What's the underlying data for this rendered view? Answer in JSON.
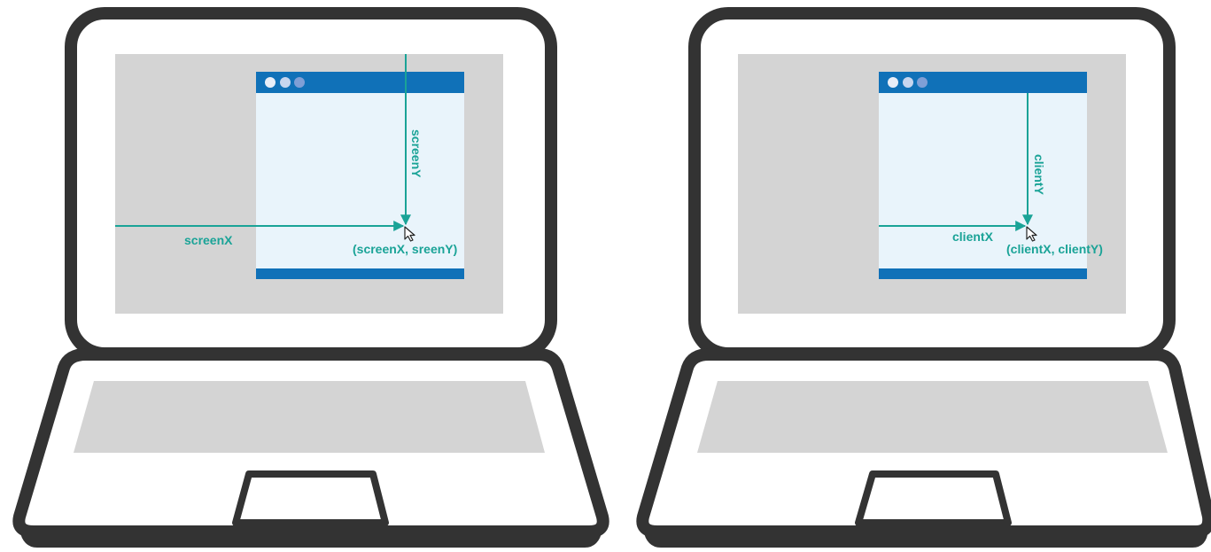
{
  "colors": {
    "outline": "#333333",
    "screen_gray": "#d4d4d4",
    "titlebar": "#1071b8",
    "window_body": "#e9f4fb",
    "arrow": "#1aa397",
    "dot_light": "#e8eef8",
    "dot_mid": "#c7d6ef",
    "dot_dark": "#7f9fd6"
  },
  "left_laptop": {
    "x_label": "screenX",
    "y_label": "screenY",
    "point_label": "(screenX, sreenY)"
  },
  "right_laptop": {
    "x_label": "clientX",
    "y_label": "clientY",
    "point_label": "(clientX, clientY)"
  },
  "icons": [
    "window-controls-icon",
    "mouse-cursor-icon"
  ]
}
